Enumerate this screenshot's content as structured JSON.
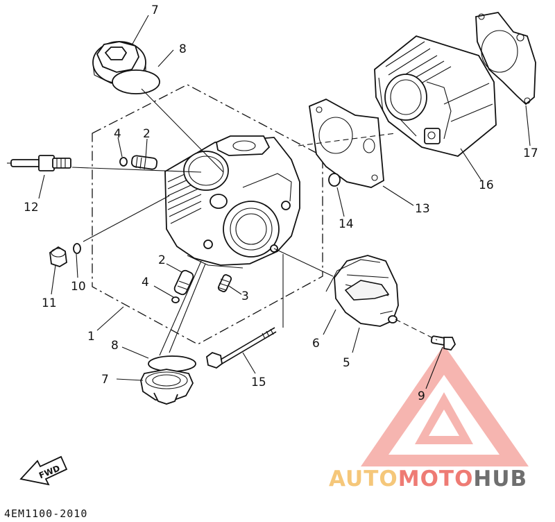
{
  "diagram_code": "4EM1100-2010",
  "fwd_label": "FWD",
  "watermark": {
    "part1": "AUTO",
    "part2": "MOTO",
    "part3": "HUB",
    "color1": "#f5c77a",
    "color2": "#ee7b74",
    "color3": "#6f6f6f"
  },
  "callouts": {
    "c1": "1",
    "c2a": "2",
    "c2b": "2",
    "c3": "3",
    "c4a": "4",
    "c4b": "4",
    "c5": "5",
    "c6": "6",
    "c7a": "7",
    "c7b": "7",
    "c8a": "8",
    "c8b": "8",
    "c9": "9",
    "c10": "10",
    "c11": "11",
    "c12": "12",
    "c13": "13",
    "c14": "14",
    "c15": "15",
    "c16": "16",
    "c17": "17"
  }
}
